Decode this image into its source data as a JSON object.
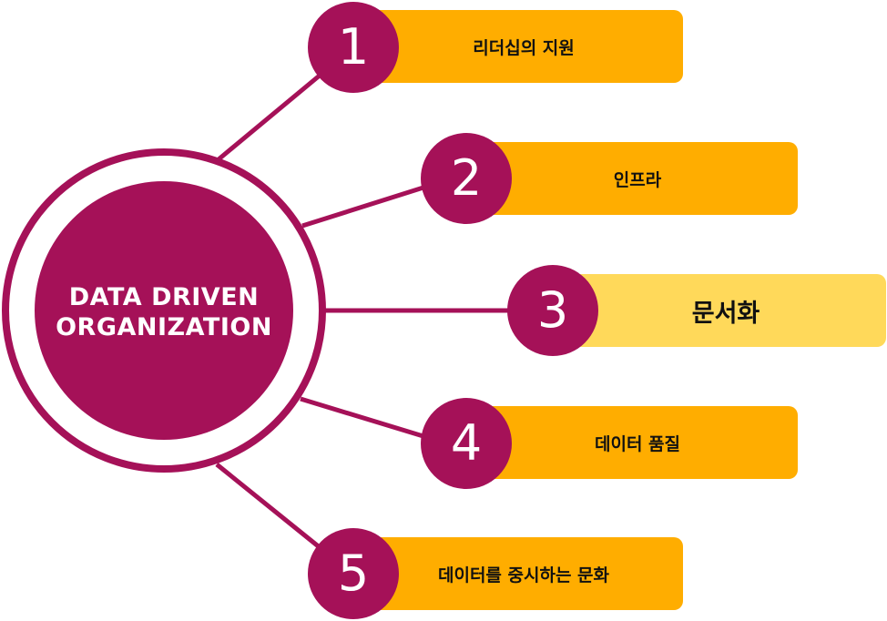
{
  "colors": {
    "primary": "#a51158",
    "bar": "#ffad00",
    "highlight_bar": "#ffd95a",
    "text_dark": "#111111",
    "text_light": "#ffffff"
  },
  "center": {
    "line1": "DATA DRIVEN",
    "line2": "ORGANIZATION"
  },
  "items": [
    {
      "number": "1",
      "label": "리더십의 지원",
      "highlighted": false
    },
    {
      "number": "2",
      "label": "인프라",
      "highlighted": false
    },
    {
      "number": "3",
      "label": "문서화",
      "highlighted": true
    },
    {
      "number": "4",
      "label": "데이터 품질",
      "highlighted": false
    },
    {
      "number": "5",
      "label": "데이터를 중시하는 문화",
      "highlighted": false
    }
  ]
}
